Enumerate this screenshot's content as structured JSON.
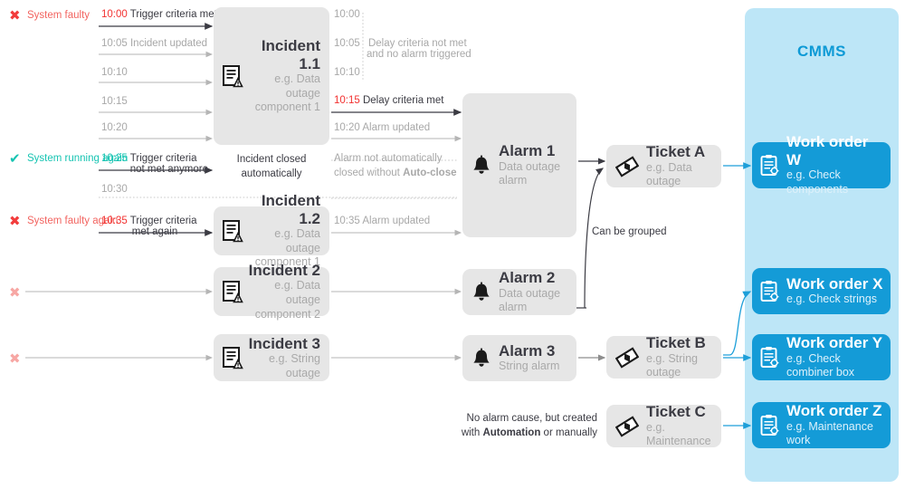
{
  "cmms": {
    "title": "CMMS",
    "panel_color": "#bde6f7",
    "accent_color": "#149bd7"
  },
  "status_events": [
    {
      "icon": "x-mark",
      "label": "System faulty",
      "color": "#f2635f"
    },
    {
      "icon": "check-mark",
      "label": "System running again",
      "color": "#16c4b2"
    },
    {
      "icon": "x-mark",
      "label": "System faulty again",
      "color": "#f2635f"
    },
    {
      "icon": "x-mark",
      "label": "",
      "color": "#f7a7a4"
    },
    {
      "icon": "x-mark",
      "label": "",
      "color": "#f7a7a4"
    }
  ],
  "timeline_left": [
    {
      "time": "10:00",
      "time_color": "#f2302f",
      "text": "Trigger criteria met",
      "text_color": "#3b3b43",
      "emphasis": "strong"
    },
    {
      "time": "10:05",
      "time_color": "#a8a8a8",
      "text": "Incident updated",
      "text_color": "#a8a8a8",
      "emphasis": "weak"
    },
    {
      "time": "10:10",
      "time_color": "#a8a8a8",
      "text": "",
      "text_color": "#a8a8a8",
      "emphasis": "weak"
    },
    {
      "time": "10:15",
      "time_color": "#a8a8a8",
      "text": "",
      "text_color": "#a8a8a8",
      "emphasis": "weak"
    },
    {
      "time": "10:20",
      "time_color": "#a8a8a8",
      "text": "",
      "text_color": "#a8a8a8",
      "emphasis": "weak"
    },
    {
      "time": "10:25",
      "time_color": "#16c4b2",
      "text": "Trigger criteria",
      "text2": "not met anymore",
      "text_color": "#3b3b43",
      "emphasis": "strong"
    },
    {
      "time": "10:30",
      "time_color": "#a8a8a8",
      "text": "",
      "text_color": "#a8a8a8",
      "emphasis": "weak"
    },
    {
      "time": "10:35",
      "time_color": "#f2302f",
      "text": "Trigger criteria",
      "text2": "met again",
      "text_color": "#3b3b43",
      "emphasis": "strong"
    }
  ],
  "timeline_right": [
    {
      "time": "10:00",
      "text": "",
      "time_color": "#a8a8a8",
      "text_color": "#a8a8a8"
    },
    {
      "time": "10:05",
      "text": "Delay criteria not met",
      "text2": "and no alarm triggered",
      "time_color": "#a8a8a8",
      "text_color": "#a8a8a8"
    },
    {
      "time": "10:10",
      "text": "",
      "time_color": "#a8a8a8",
      "text_color": "#a8a8a8"
    },
    {
      "time": "10:15",
      "text": "Delay criteria met",
      "time_color": "#f2302f",
      "text_color": "#3b3b43"
    },
    {
      "time": "10:20",
      "text": "Alarm updated",
      "time_color": "#a8a8a8",
      "text_color": "#a8a8a8"
    },
    {
      "time": "10:35",
      "text": "Alarm updated",
      "time_color": "#a8a8a8",
      "text_color": "#a8a8a8"
    }
  ],
  "notes": {
    "incident_closed": "Incident closed",
    "incident_closed2": "automatically",
    "alarm_not_closed": "Alarm not automatically",
    "alarm_not_closed2_pre": "closed without ",
    "alarm_not_closed2_bold": "Auto-close",
    "can_be_grouped": "Can be grouped",
    "no_alarm_cause_l1": "No alarm cause, but created",
    "no_alarm_cause_l2_pre": "with ",
    "no_alarm_cause_l2_bold": "Automation",
    "no_alarm_cause_l2_post": " or manually"
  },
  "incidents": [
    {
      "id": "incident-1-1",
      "title": "Incident 1.1",
      "sub1": "e.g. Data outage",
      "sub2": "component 1",
      "icon": "incident-document-icon"
    },
    {
      "id": "incident-1-2",
      "title": "Incident 1.2",
      "sub1": "e.g. Data outage",
      "sub2": "component 1",
      "icon": "incident-document-icon"
    },
    {
      "id": "incident-2",
      "title": "Incident 2",
      "sub1": "e.g. Data outage",
      "sub2": "component 2",
      "icon": "incident-document-icon"
    },
    {
      "id": "incident-3",
      "title": "Incident 3",
      "sub1": "e.g. String",
      "sub2": "outage",
      "icon": "incident-document-icon"
    }
  ],
  "alarms": [
    {
      "id": "alarm-1",
      "title": "Alarm 1",
      "sub1": "Data outage alarm",
      "icon": "bell-icon"
    },
    {
      "id": "alarm-2",
      "title": "Alarm 2",
      "sub1": "Data outage alarm",
      "icon": "bell-icon"
    },
    {
      "id": "alarm-3",
      "title": "Alarm 3",
      "sub1": "String alarm",
      "icon": "bell-icon"
    }
  ],
  "tickets": [
    {
      "id": "ticket-a",
      "title": "Ticket A",
      "sub1": "e.g. Data outage",
      "icon": "ticket-icon"
    },
    {
      "id": "ticket-b",
      "title": "Ticket B",
      "sub1": "e.g. String outage",
      "icon": "ticket-icon"
    },
    {
      "id": "ticket-c",
      "title": "Ticket C",
      "sub1": "e.g. Maintenance",
      "icon": "ticket-icon"
    }
  ],
  "work_orders": [
    {
      "id": "work-order-w",
      "title": "Work order W",
      "sub1": "e.g. Check components",
      "icon": "clipboard-gear-icon"
    },
    {
      "id": "work-order-x",
      "title": "Work order X",
      "sub1": "e.g. Check strings",
      "icon": "clipboard-gear-icon"
    },
    {
      "id": "work-order-y",
      "title": "Work order Y",
      "sub1": "e.g. Check combiner box",
      "icon": "clipboard-gear-icon"
    },
    {
      "id": "work-order-z",
      "title": "Work order Z",
      "sub1": "e.g. Maintenance work",
      "icon": "clipboard-gear-icon"
    }
  ]
}
